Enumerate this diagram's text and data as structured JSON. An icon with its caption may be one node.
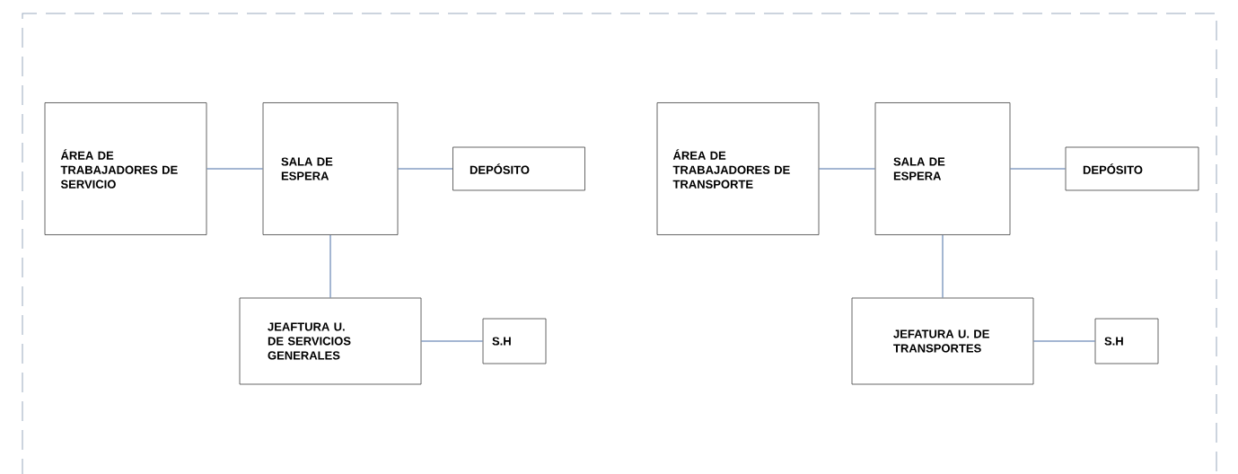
{
  "diagram": {
    "nodes": [
      {
        "text": [
          "ÁREA DE TRABAJADORES DE SERVICIO"
        ]
      },
      {
        "text": [
          "SALA DE ESPERA"
        ]
      },
      {
        "text": [
          "DEPÓSITO"
        ]
      },
      {
        "text": [
          "JEAFTURA U. DE SERVICIOS GENERALES"
        ]
      },
      {
        "text": [
          "S.H"
        ]
      },
      {
        "text": [
          "ÁREA DE TRABAJADORES DE TRANSPORTE"
        ]
      },
      {
        "text": [
          "SALA DE ESPERA"
        ]
      },
      {
        "text": [
          "DEPÓSITO"
        ]
      },
      {
        "text": [
          "JEFATURA U. DE TRANSPORTES"
        ]
      },
      {
        "text": [
          "S.H"
        ]
      }
    ],
    "edges": [
      {
        "from": 0,
        "to": 1,
        "arrow": "none"
      },
      {
        "from": 1,
        "to": 2,
        "arrow": "none"
      },
      {
        "from": 1,
        "to": 3,
        "arrow": "none"
      },
      {
        "from": 3,
        "to": 4,
        "arrow": "none"
      },
      {
        "from": 5,
        "to": 6,
        "arrow": "none"
      },
      {
        "from": 6,
        "to": 7,
        "arrow": "none"
      },
      {
        "from": 6,
        "to": 8,
        "arrow": "none"
      },
      {
        "from": 8,
        "to": 9,
        "arrow": "none"
      }
    ]
  }
}
